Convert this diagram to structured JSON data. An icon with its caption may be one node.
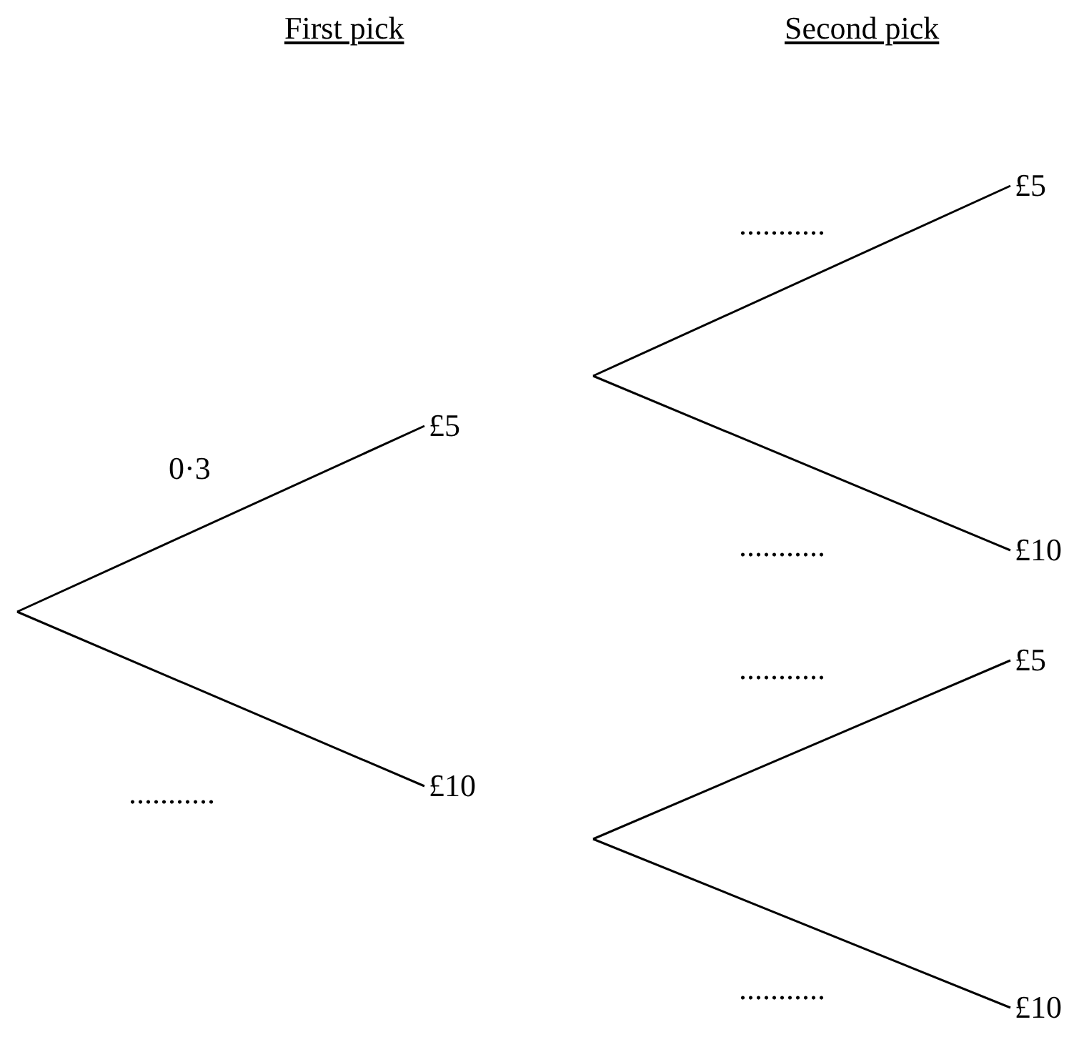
{
  "diagram": {
    "nodes": [
      {
        "text": [
          "£5"
        ]
      },
      {
        "text": [
          "£10"
        ]
      },
      {
        "text": [
          "£5"
        ]
      },
      {
        "text": [
          "£10"
        ]
      },
      {
        "text": [
          "£5"
        ]
      },
      {
        "text": [
          "£10"
        ]
      }
    ],
    "edges": [
      {
        "from": null,
        "to": 0,
        "arrow": "none",
        "label": "0·3"
      },
      {
        "from": null,
        "to": 1,
        "arrow": "none",
        "label": "..........."
      },
      {
        "from": null,
        "to": 2,
        "arrow": "none",
        "label": "..........."
      },
      {
        "from": null,
        "to": 3,
        "arrow": "none",
        "label": "..........."
      },
      {
        "from": null,
        "to": 4,
        "arrow": "none",
        "label": "..........."
      },
      {
        "from": null,
        "to": 5,
        "arrow": "none",
        "label": "..........."
      }
    ],
    "labels": [
      "First pick",
      "Second pick"
    ]
  }
}
